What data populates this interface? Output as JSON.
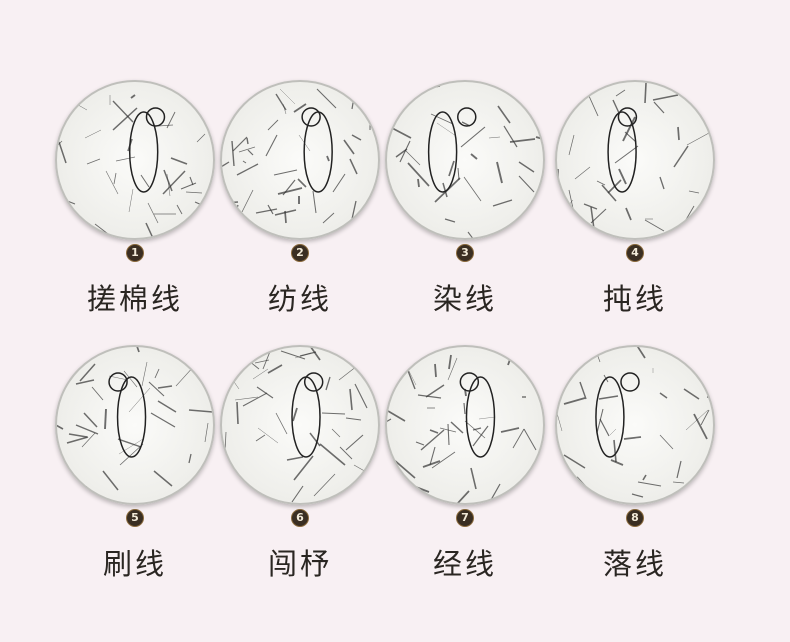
{
  "steps": [
    {
      "num": "1",
      "label": "搓棉线"
    },
    {
      "num": "2",
      "label": "纺线"
    },
    {
      "num": "3",
      "label": "染线"
    },
    {
      "num": "4",
      "label": "扽线"
    },
    {
      "num": "5",
      "label": "刷线"
    },
    {
      "num": "6",
      "label": "闯杼"
    },
    {
      "num": "7",
      "label": "经线"
    },
    {
      "num": "8",
      "label": "落线"
    }
  ]
}
